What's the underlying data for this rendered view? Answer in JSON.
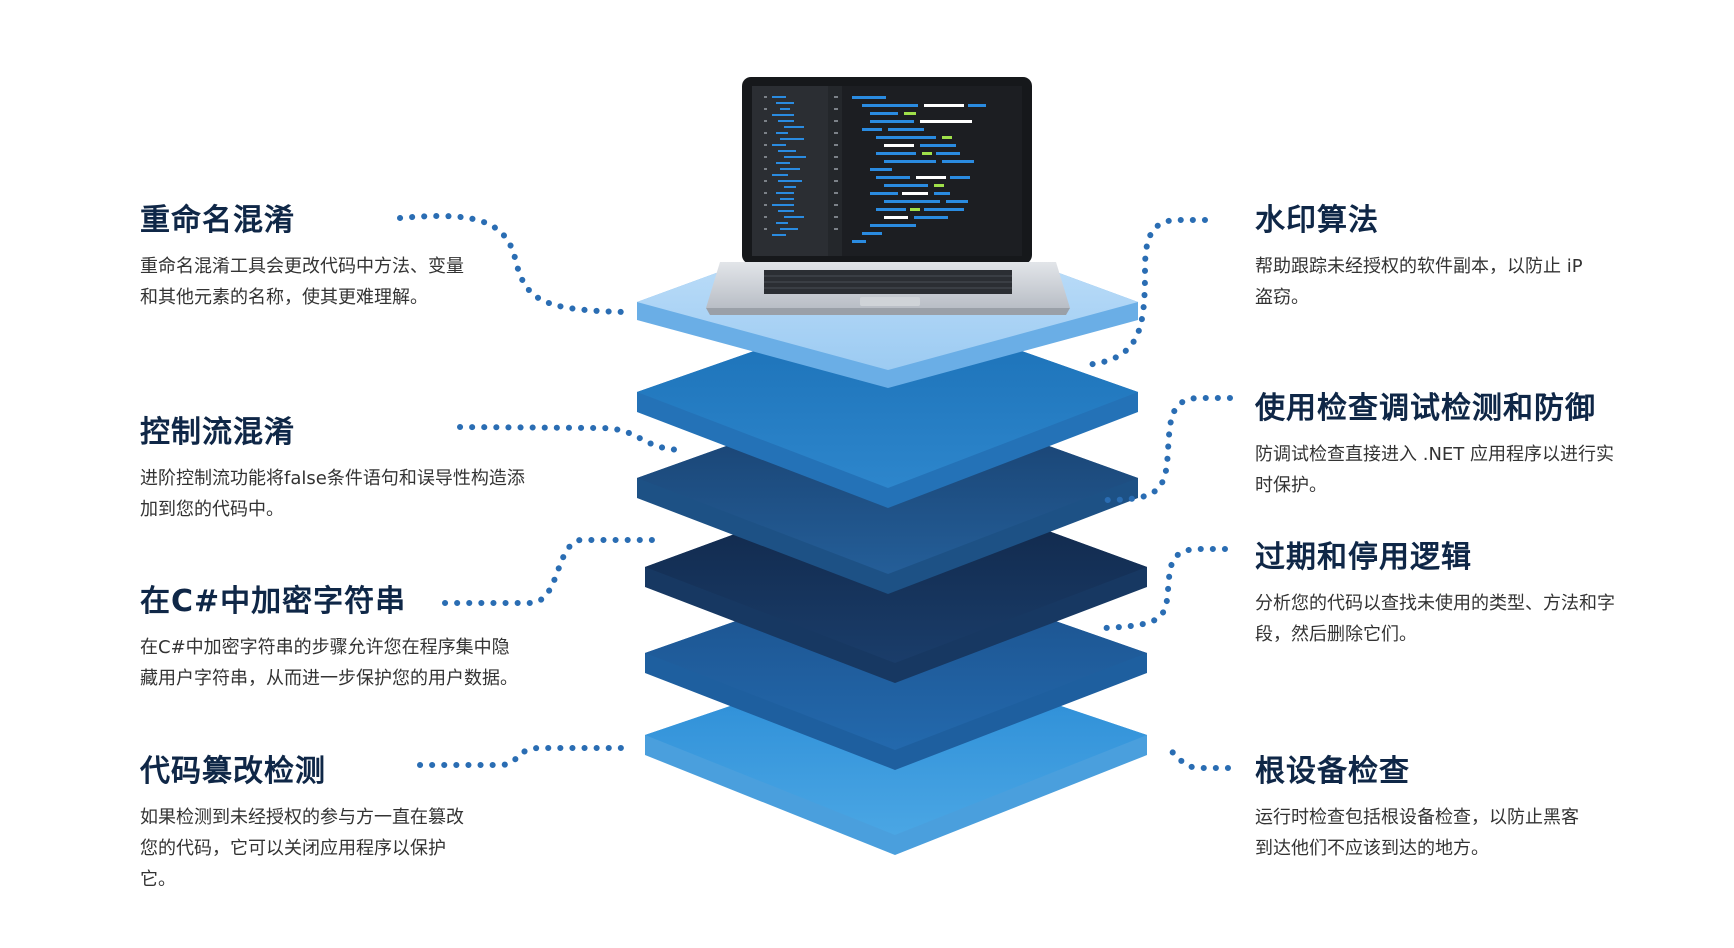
{
  "features": {
    "left": [
      {
        "title": "重命名混淆",
        "desc": "重命名混淆工具会更改代码中方法、变量和其他元素的名称，使其更难理解。"
      },
      {
        "title": "控制流混淆",
        "desc": "进阶控制流功能将false条件语句和误导性构造添加到您的代码中。"
      },
      {
        "title": "在C#中加密字符串",
        "desc": "在C#中加密字符串的步骤允许您在程序集中隐藏用户字符串，从而进一步保护您的用户数据。"
      },
      {
        "title": "代码篡改检测",
        "desc": "如果检测到未经授权的参与方一直在篡改您的代码，它可以关闭应用程序以保护它。"
      }
    ],
    "right": [
      {
        "title": "水印算法",
        "desc": "帮助跟踪未经授权的软件副本，以防止 iP 盗窃。"
      },
      {
        "title": "使用检查调试检测和防御",
        "desc": "防调试检查直接进入 .NET 应用程序以进行实时保护。"
      },
      {
        "title": "过期和停用逻辑",
        "desc": "分析您的代码以查找未使用的类型、方法和字段，然后删除它们。"
      },
      {
        "title": "根设备检查",
        "desc": "运行时检查包括根设备检查，以防止黑客到达他们不应该到达的地方。"
      }
    ]
  },
  "colors": {
    "title": "#0f2747",
    "text": "#333333",
    "dots": "#2a6db3",
    "layers": [
      "#abd3f7",
      "#1f7dc4",
      "#1e4f82",
      "#11294b",
      "#1d568f",
      "#2d8ad2"
    ]
  },
  "icons": {
    "laptop": "laptop-code-icon"
  }
}
